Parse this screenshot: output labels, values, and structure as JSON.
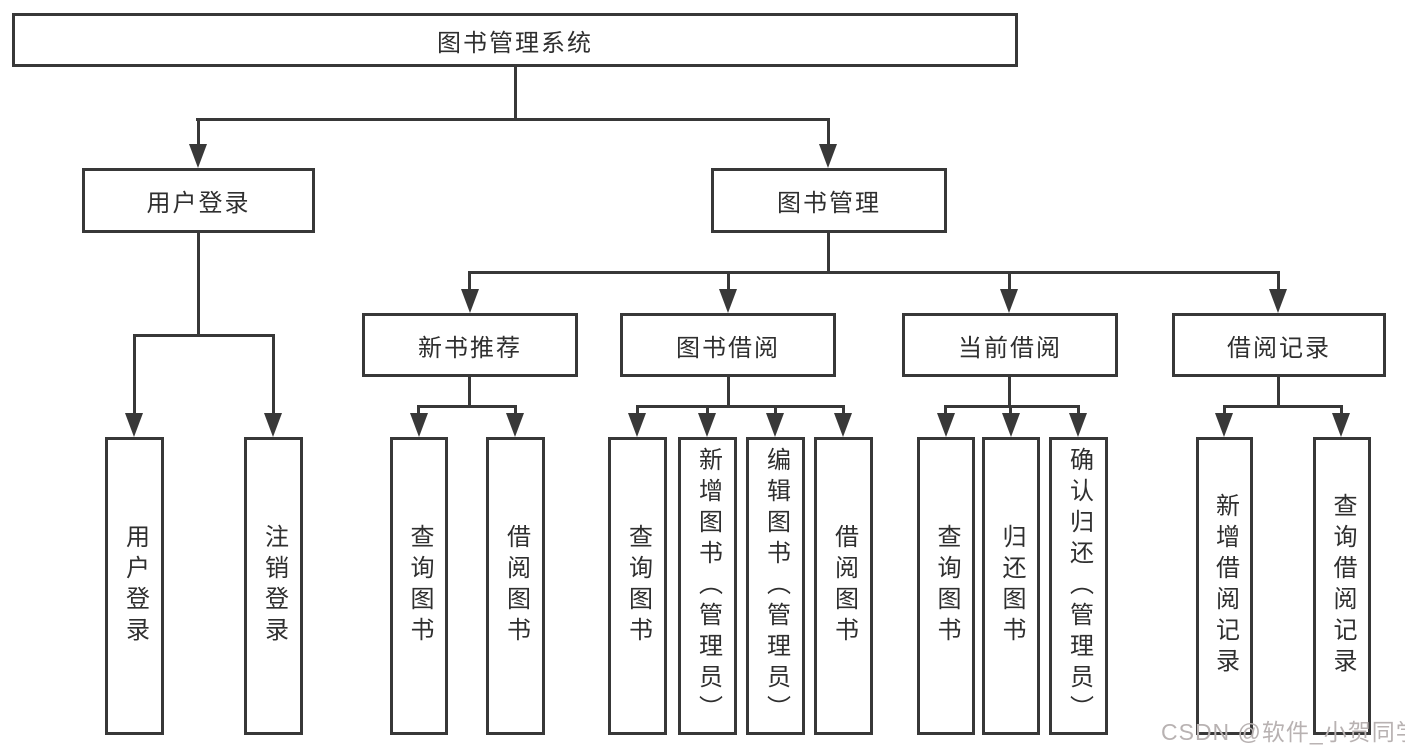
{
  "diagram": {
    "root": {
      "label": "图书管理系统"
    },
    "level2": [
      {
        "label": "用户登录"
      },
      {
        "label": "图书管理"
      }
    ],
    "level3": [
      {
        "label": "新书推荐"
      },
      {
        "label": "图书借阅"
      },
      {
        "label": "当前借阅"
      },
      {
        "label": "借阅记录"
      }
    ],
    "leaves_login": [
      "用户登录",
      "注销登录"
    ],
    "leaves_recommend": [
      "查询图书",
      "借阅图书"
    ],
    "leaves_borrow": [
      "查询图书",
      "新增图书（管理员）",
      "编辑图书（管理员）",
      "借阅图书"
    ],
    "leaves_current": [
      "查询图书",
      "归还图书",
      "确认归还（管理员）"
    ],
    "leaves_records": [
      "新增借阅记录",
      "查询借阅记录"
    ]
  },
  "watermark": {
    "text": "CSDN @软件_小贺同学",
    "color": "#b8b2b2"
  },
  "colors": {
    "line": "#383838",
    "text": "#2f2f2f",
    "background": "#ffffff"
  }
}
